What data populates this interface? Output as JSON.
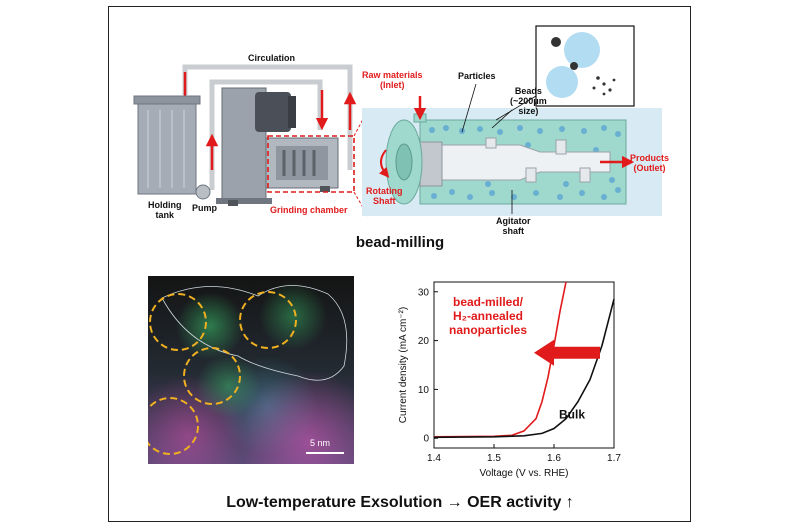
{
  "top_labels": {
    "circulation": "Circulation",
    "raw_materials": "Raw materials\n(Inlet)",
    "particles": "Particles",
    "beads": "Beads\n(~200μm\nsize)",
    "products": "Products\n(Outlet)",
    "rotating_shaft": "Rotating\nShaft",
    "agitator_shaft": "Agitator\nshaft",
    "holding_tank": "Holding\ntank",
    "pump": "Pump",
    "grinding_chamber": "Grinding chamber"
  },
  "section_title": "bead-milling",
  "scale_bar": "5 nm",
  "bottom_title": "Low-temperature Exsolution → OER activity ↑",
  "colors": {
    "accent_red": "#e11b1b",
    "dash_orange": "#f0b020",
    "bead_blue": "#9fd3ee",
    "chamber_teal": "#9fd8cc"
  },
  "chart_data": {
    "type": "line",
    "xlabel": "Voltage (V vs. RHE)",
    "ylabel": "Current density (mA cm⁻²)",
    "xlim": [
      1.4,
      1.7
    ],
    "ylim": [
      -2,
      32
    ],
    "xticks": [
      "1.4",
      "1.5",
      "1.6",
      "1.7"
    ],
    "yticks": [
      "0",
      "10",
      "20",
      "30"
    ],
    "grid": false,
    "series": [
      {
        "name": "bead-milled/\nH₂-annealed\nnanoparticles",
        "color": "#e11b1b",
        "x": [
          1.4,
          1.5,
          1.53,
          1.55,
          1.57,
          1.58,
          1.59,
          1.6,
          1.61,
          1.62
        ],
        "y": [
          0.3,
          0.4,
          0.6,
          1.5,
          4.0,
          7.5,
          12.5,
          19.0,
          26.0,
          32.0
        ]
      },
      {
        "name": "Bulk",
        "color": "#111111",
        "x": [
          1.4,
          1.5,
          1.55,
          1.58,
          1.6,
          1.62,
          1.64,
          1.66,
          1.68,
          1.7
        ],
        "y": [
          0.2,
          0.3,
          0.5,
          1.0,
          2.0,
          4.0,
          7.5,
          12.0,
          19.0,
          28.5
        ]
      }
    ],
    "annotations": [
      "bead-milled/\nH₂-annealed\nnanoparticles",
      "Bulk"
    ]
  }
}
